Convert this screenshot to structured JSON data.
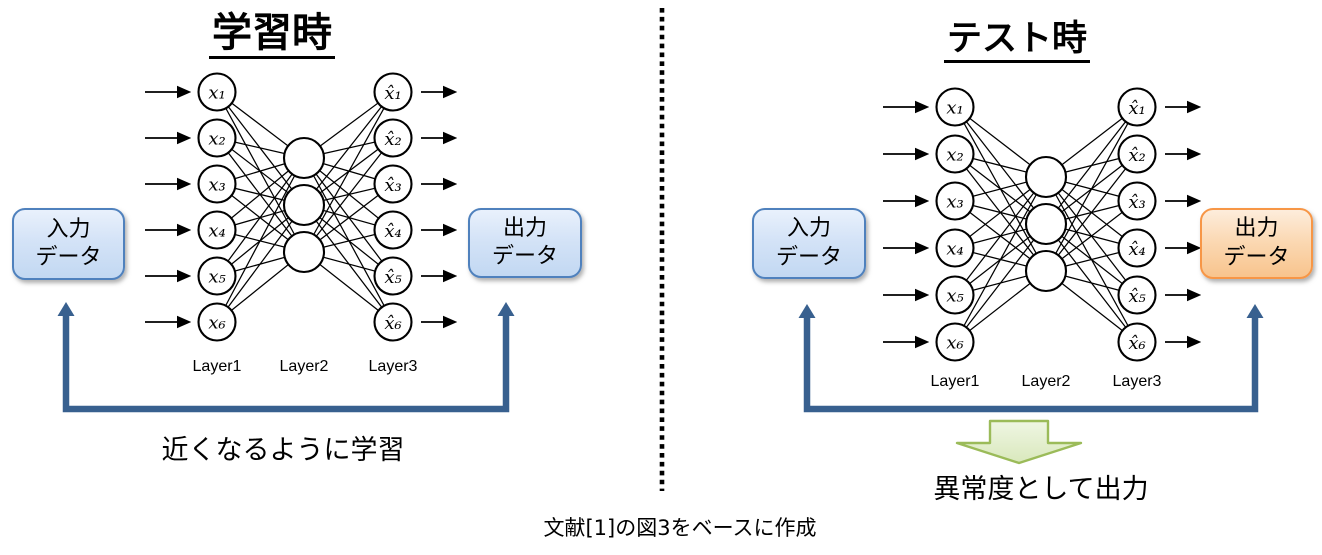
{
  "caption": "文献[1]の図3をベースに作成",
  "colors": {
    "box_blue_border": "#4F81BD",
    "box_blue_fill": "#C2D8F2",
    "box_orange_border": "#F79646",
    "box_orange_fill": "#F8C48D",
    "loop_arrow_blue": "#38608F",
    "block_arrow_green_fill": "#E6F1D4",
    "block_arrow_green_border": "#9BBB59",
    "diagram_line": "#000000"
  },
  "panels": [
    {
      "id": "train",
      "title": "学習時",
      "input_box_label": "入力\nデータ",
      "output_box_label": "出力\nデータ",
      "input_nodes": [
        "x₁",
        "x₂",
        "x₃",
        "x₄",
        "x₅",
        "x₆"
      ],
      "hidden_node_count": 3,
      "output_nodes": [
        "x̂₁",
        "x̂₂",
        "x̂₃",
        "x̂₄",
        "x̂₅",
        "x̂₆"
      ],
      "layer_labels": [
        "Layer1",
        "Layer2",
        "Layer3"
      ],
      "annotation": "近くなるように学習"
    },
    {
      "id": "test",
      "title": "テスト時",
      "input_box_label": "入力\nデータ",
      "output_box_label": "出力\nデータ",
      "input_nodes": [
        "x₁",
        "x₂",
        "x₃",
        "x₄",
        "x₅",
        "x₆"
      ],
      "hidden_node_count": 3,
      "output_nodes": [
        "x̂₁",
        "x̂₂",
        "x̂₃",
        "x̂₄",
        "x̂₅",
        "x̂₆"
      ],
      "layer_labels": [
        "Layer1",
        "Layer2",
        "Layer3"
      ],
      "annotation": "異常度として出力"
    }
  ]
}
